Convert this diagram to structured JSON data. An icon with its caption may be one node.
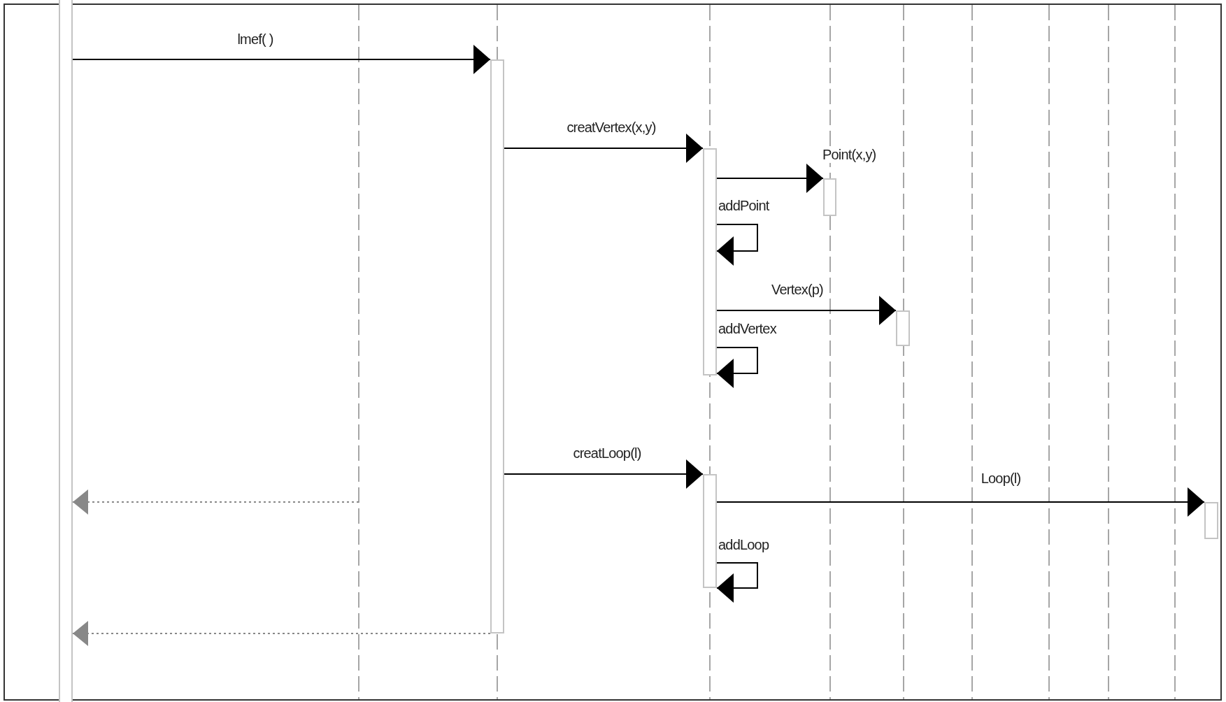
{
  "diagram": {
    "nodes": [
      {
        "text": [],
        "shape": "bar"
      },
      {
        "text": [],
        "shape": "bar"
      },
      {
        "text": [],
        "shape": "bar"
      },
      {
        "text": [],
        "shape": "bar"
      },
      {
        "text": [],
        "shape": "bar"
      },
      {
        "text": [],
        "shape": "bar"
      },
      {
        "text": [],
        "shape": "bar"
      }
    ],
    "edges": [
      {
        "from": 0,
        "to": 1,
        "arrow": "to",
        "label": "lmef( )"
      },
      {
        "from": 1,
        "to": 2,
        "arrow": "to",
        "label": "creatVertex(x,y)"
      },
      {
        "from": 2,
        "to": 3,
        "arrow": "to",
        "label": "Point(x,y)"
      },
      {
        "from": 2,
        "to": 2,
        "arrow": "to",
        "label": "addPoint"
      },
      {
        "from": 2,
        "to": 4,
        "arrow": "to",
        "label": "Vertex(p)"
      },
      {
        "from": 2,
        "to": 2,
        "arrow": "to",
        "label": "addVertex"
      },
      {
        "from": 1,
        "to": 5,
        "arrow": "to",
        "label": "creatLoop(l)"
      },
      {
        "from": 5,
        "to": 6,
        "arrow": "to",
        "label": "Loop(l)"
      },
      {
        "from": 5,
        "to": 5,
        "arrow": "to",
        "label": "addLoop"
      },
      {
        "from": null,
        "to": 0,
        "arrow": "to",
        "style": "dashed",
        "color": "#888888"
      },
      {
        "from": 1,
        "to": 0,
        "arrow": "to",
        "style": "dashed",
        "color": "#888888"
      }
    ]
  }
}
